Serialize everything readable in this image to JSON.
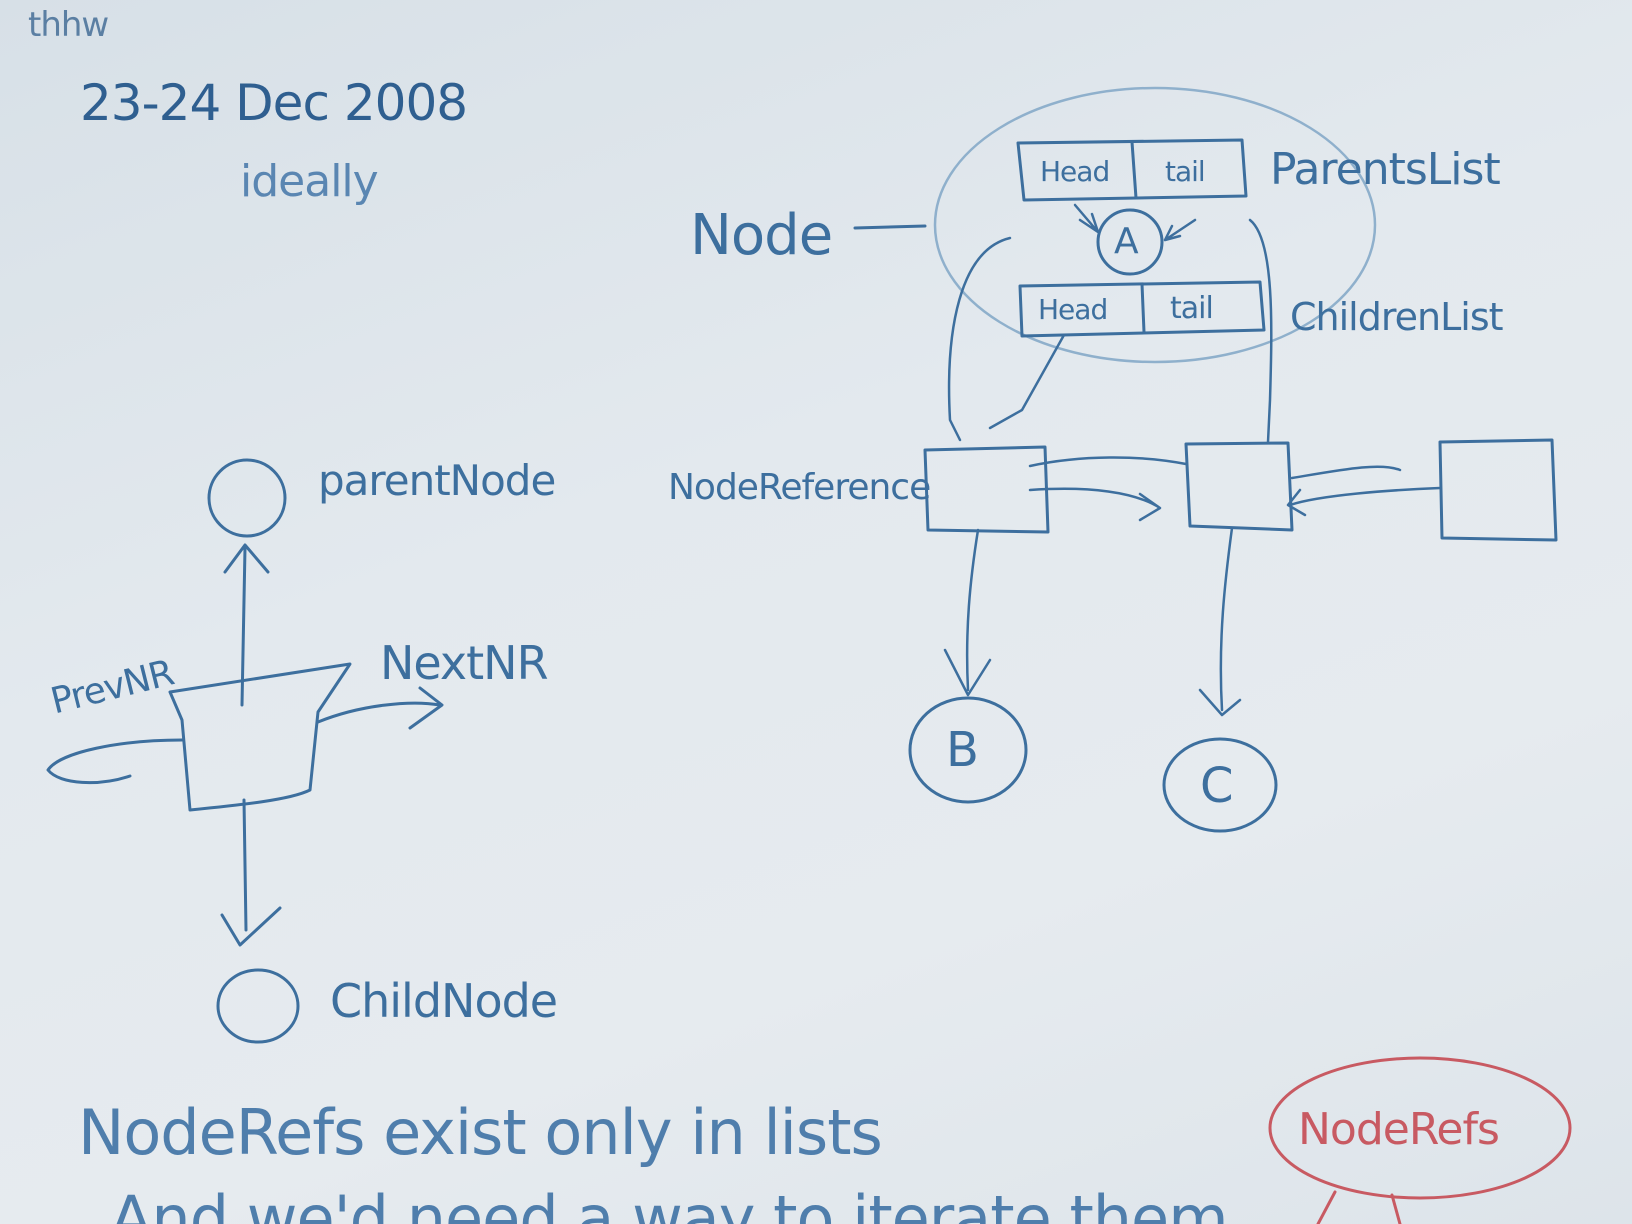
{
  "header": {
    "scrawl": "thhw",
    "date": "23-24 Dec 2008",
    "note": "ideally"
  },
  "diagram_right": {
    "node_label": "Node",
    "parents_list_label": "ParentsList",
    "children_list_label": "ChildrenList",
    "node_reference_label": "NodeReference",
    "parents_head": "Head",
    "parents_tail": "tail",
    "children_head": "Head",
    "children_tail": "tail",
    "node_a": "A",
    "node_b": "B",
    "node_c": "C"
  },
  "diagram_left": {
    "parent_node_label": "parentNode",
    "prev_nr_label": "PrevNR",
    "next_nr_label": "NextNR",
    "child_node_label": "ChildNode"
  },
  "footer": {
    "line1": "NodeRefs exist only in lists",
    "line2": "And we'd need a way to iterate them",
    "red_bubble": "NodeRefs"
  },
  "colors": {
    "pencil_blue": "#3d6f9e",
    "pencil_dark_blue": "#2f5f90",
    "pencil_light_blue": "#7a9cbd",
    "pencil_red": "#c85a62",
    "paper": "#e3e9ee"
  }
}
